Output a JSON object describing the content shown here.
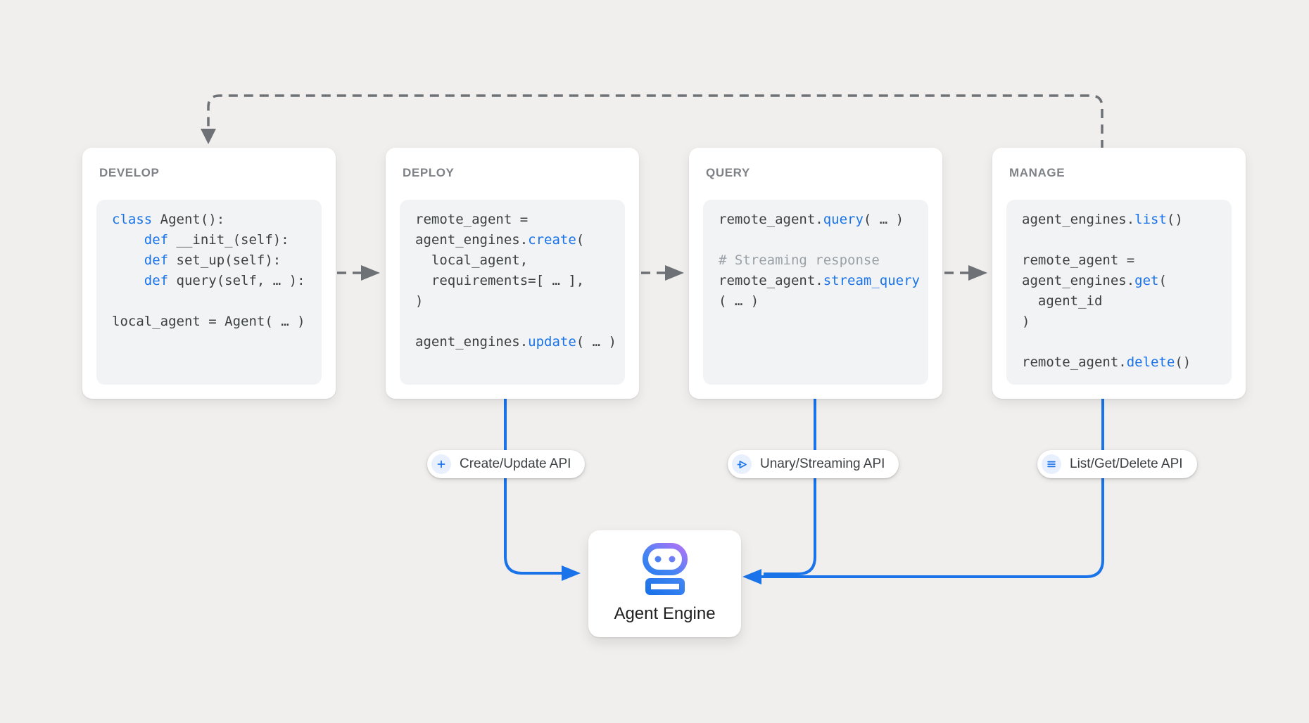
{
  "colors": {
    "canvas_bg": "#f1efed",
    "card_bg": "#ffffff",
    "code_bg": "#f1f3f4",
    "accent_blue": "#1a73e8",
    "connector_gray": "#6e7276",
    "code_text": "#3c4043",
    "comment_gray": "#9aa0a6",
    "title_gray": "#7e8287",
    "label_dark": "#3c4043",
    "engine_text": "#1f1f1f",
    "icon_chip_bg": "#e8f0fe",
    "robot_purple": "#b172f8",
    "robot_blue": "#1a73e8"
  },
  "cards": [
    {
      "id": "develop",
      "title": "DEVELOP",
      "code": [
        [
          {
            "s": "k",
            "x": "class"
          },
          {
            "s": "p",
            "x": " Agent():"
          }
        ],
        [
          {
            "s": "p",
            "x": "    "
          },
          {
            "s": "k",
            "x": "def"
          },
          {
            "s": "p",
            "x": " __init_(self):"
          }
        ],
        [
          {
            "s": "p",
            "x": "    "
          },
          {
            "s": "k",
            "x": "def"
          },
          {
            "s": "p",
            "x": " set_up(self):"
          }
        ],
        [
          {
            "s": "p",
            "x": "    "
          },
          {
            "s": "k",
            "x": "def"
          },
          {
            "s": "p",
            "x": " query(self, … ):"
          }
        ],
        [],
        [
          {
            "s": "p",
            "x": "local_agent = Agent( … )"
          }
        ]
      ]
    },
    {
      "id": "deploy",
      "title": "DEPLOY",
      "code": [
        [
          {
            "s": "p",
            "x": "remote_agent ="
          }
        ],
        [
          {
            "s": "p",
            "x": "agent_engines."
          },
          {
            "s": "k",
            "x": "create"
          },
          {
            "s": "p",
            "x": "("
          }
        ],
        [
          {
            "s": "p",
            "x": "  local_agent,"
          }
        ],
        [
          {
            "s": "p",
            "x": "  requirements=[ … ],"
          }
        ],
        [
          {
            "s": "p",
            "x": ")"
          }
        ],
        [],
        [
          {
            "s": "p",
            "x": "agent_engines."
          },
          {
            "s": "k",
            "x": "update"
          },
          {
            "s": "p",
            "x": "( … )"
          }
        ]
      ]
    },
    {
      "id": "query",
      "title": "QUERY",
      "code": [
        [
          {
            "s": "p",
            "x": "remote_agent."
          },
          {
            "s": "k",
            "x": "query"
          },
          {
            "s": "p",
            "x": "( … )"
          }
        ],
        [],
        [
          {
            "s": "c",
            "x": "# Streaming response"
          }
        ],
        [
          {
            "s": "p",
            "x": "remote_agent."
          },
          {
            "s": "k",
            "x": "stream_query"
          }
        ],
        [
          {
            "s": "p",
            "x": "( … )"
          }
        ]
      ]
    },
    {
      "id": "manage",
      "title": "MANAGE",
      "code": [
        [
          {
            "s": "p",
            "x": "agent_engines."
          },
          {
            "s": "k",
            "x": "list"
          },
          {
            "s": "p",
            "x": "()"
          }
        ],
        [],
        [
          {
            "s": "p",
            "x": "remote_agent ="
          }
        ],
        [
          {
            "s": "p",
            "x": "agent_engines."
          },
          {
            "s": "k",
            "x": "get"
          },
          {
            "s": "p",
            "x": "("
          }
        ],
        [
          {
            "s": "p",
            "x": "  agent_id"
          }
        ],
        [
          {
            "s": "p",
            "x": ")"
          }
        ],
        [],
        [
          {
            "s": "p",
            "x": "remote_agent."
          },
          {
            "s": "k",
            "x": "delete"
          },
          {
            "s": "p",
            "x": "()"
          }
        ]
      ]
    }
  ],
  "pills": [
    {
      "id": "create-update",
      "icon": "plus-icon",
      "label": "Create/Update API"
    },
    {
      "id": "unary-streaming",
      "icon": "send-icon",
      "label": "Unary/Streaming API"
    },
    {
      "id": "list-get-delete",
      "icon": "list-icon",
      "label": "List/Get/Delete API"
    }
  ],
  "engine": {
    "label": "Agent Engine",
    "icon": "robot-icon"
  }
}
